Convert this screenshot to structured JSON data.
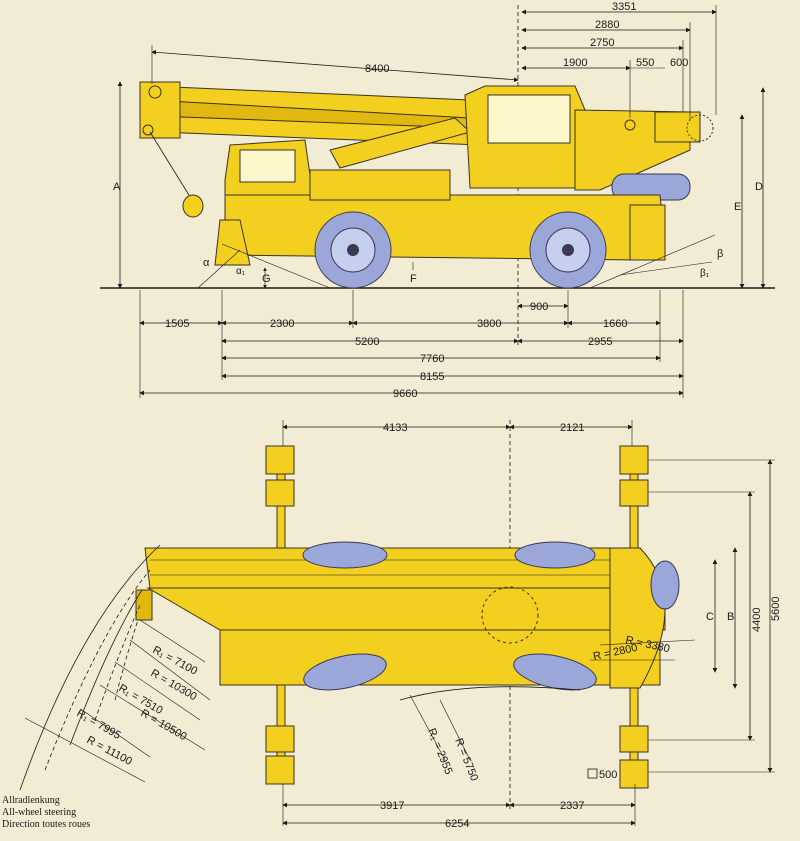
{
  "side_view": {
    "top_dims": [
      "3351",
      "2880",
      "2750",
      "8400",
      "1900",
      "550",
      "600"
    ],
    "vertical_labels": {
      "A": "A",
      "D": "D",
      "E": "E",
      "F": "F",
      "G": "G"
    },
    "angle_labels": {
      "alpha": "α",
      "alpha1": "α₁",
      "beta": "β",
      "beta1": "β₁"
    },
    "bottom_dims": {
      "d1505": "1505",
      "d2300": "2300",
      "d3800": "3800",
      "d900": "900",
      "d1660": "1660",
      "d5200": "5200",
      "d2955": "2955",
      "d7760": "7760",
      "d8155": "8155",
      "d9660": "9660"
    }
  },
  "top_view": {
    "top_dims": {
      "d4133": "4133",
      "d2121": "2121"
    },
    "right_dims": {
      "C": "C",
      "B": "B",
      "d4400": "4400",
      "d5600": "5600"
    },
    "radii": {
      "r1_7100": "R₁ = 7100",
      "r_10300": "R = 10300",
      "r1_7510": "R₁ = 7510",
      "r_10500": "R = 10500",
      "r1_7995": "R₁ = 7995",
      "r_11100": "R = 11100",
      "r_3380": "R = 3380",
      "r_2800": "R = 2800",
      "r_5750": "R = 5750",
      "r1_2955": "R₁ = 2955"
    },
    "bottom_dims": {
      "d3917": "3917",
      "d2337": "2337",
      "d6254": "6254",
      "d500": "500"
    }
  },
  "caption": {
    "line1": "Allradlenkung",
    "line2": "All-wheel steering",
    "line3": "Direction toutes roues"
  },
  "colors": {
    "crane_yellow": "#f3cf1f",
    "tyre_blue": "#9aa7d8",
    "paper": "#f1ecd3"
  }
}
